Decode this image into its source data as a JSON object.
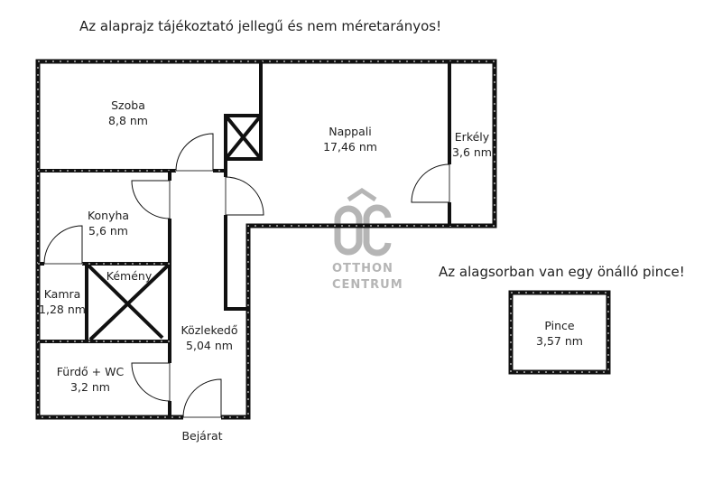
{
  "notes": {
    "disclaimer": "Az alaprajz tájékoztató jellegű és nem méretarányos!",
    "cellar_note": "Az alagsorban van egy önálló pince!",
    "entrance": "Bejárat"
  },
  "rooms": [
    {
      "id": "szoba",
      "name": "Szoba",
      "area": "8,8 nm"
    },
    {
      "id": "nappali",
      "name": "Nappali",
      "area": "17,46 nm"
    },
    {
      "id": "erkely",
      "name": "Erkély",
      "area": "3,6 nm"
    },
    {
      "id": "konyha",
      "name": "Konyha",
      "area": "5,6 nm"
    },
    {
      "id": "kemeny",
      "name": "Kémény",
      "area": ""
    },
    {
      "id": "kamra",
      "name": "Kamra",
      "area": "1,28 nm"
    },
    {
      "id": "kozlekedo",
      "name": "Közlekedő",
      "area": "5,04 nm"
    },
    {
      "id": "furdo",
      "name": "Fürdő + WC",
      "area": "3,2 nm"
    },
    {
      "id": "pince",
      "name": "Pince",
      "area": "3,57 nm"
    }
  ],
  "watermark": {
    "logo": "ÔC",
    "line1": "OTTHON",
    "line2": "CENTRUM"
  },
  "colors": {
    "wall": "#111111",
    "watermark": "#b5b5b5"
  }
}
